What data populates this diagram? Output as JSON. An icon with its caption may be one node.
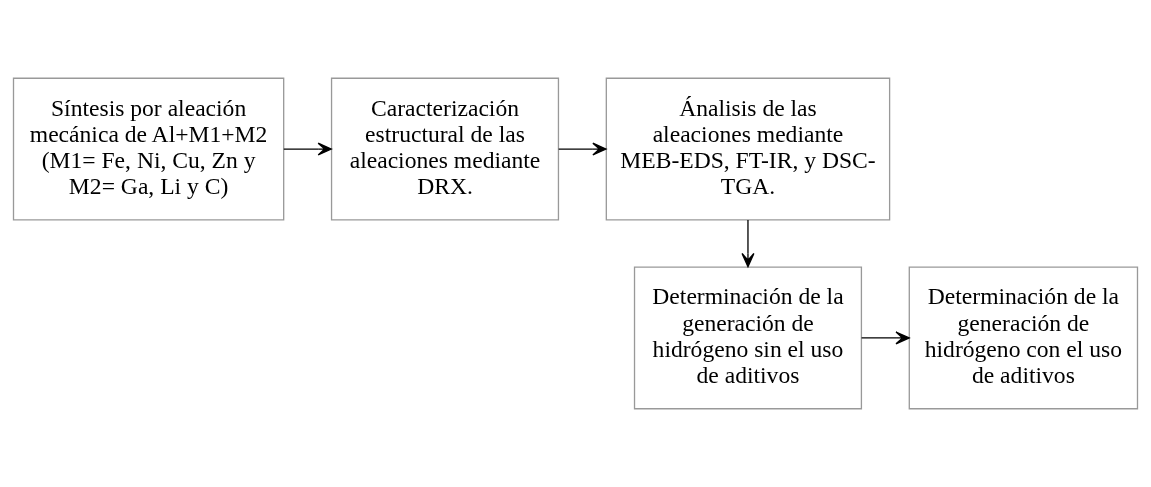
{
  "diagram": {
    "nodes": [
      {
        "text": [
          "Síntesis por aleación mecánica de Al+M1+M2 (M1= Fe, Ni, Cu, Zn y M2= Ga, Li y C)"
        ]
      },
      {
        "text": [
          "Caracterización estructural de las aleaciones mediante DRX."
        ]
      },
      {
        "text": [
          "Ánalisis de las aleaciones mediante MEB-EDS, FT-IR, y DSC-TGA."
        ]
      },
      {
        "text": [
          "Determinación de la generación de hidrógeno sin el uso de aditivos"
        ]
      },
      {
        "text": [
          "Determinación de la generación de hidrógeno con el uso de aditivos"
        ]
      }
    ],
    "edges": [
      {
        "from": 0,
        "to": 1,
        "arrow": "to"
      },
      {
        "from": 1,
        "to": 2,
        "arrow": "to"
      },
      {
        "from": 2,
        "to": 3,
        "arrow": "to"
      },
      {
        "from": 3,
        "to": 4,
        "arrow": "to"
      }
    ]
  }
}
